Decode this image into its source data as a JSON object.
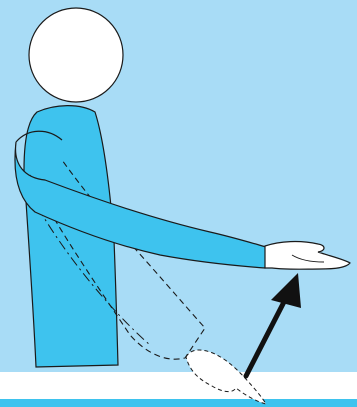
{
  "colors": {
    "background": "#a8dcf6",
    "floor": "#ffffff",
    "floor_stripe": "#3ec3ee",
    "body": "#3ec3ee",
    "outline": "#1a1a1a",
    "head": "#ffffff",
    "hand": "#ffffff",
    "arrow": "#111111"
  },
  "figure": {
    "pose_from": "arm-down",
    "pose_to": "arm-raised-forward",
    "arrow_direction": "up-right",
    "icons": [
      "person-figure",
      "head-icon",
      "hand-icon",
      "arrow-icon"
    ]
  }
}
